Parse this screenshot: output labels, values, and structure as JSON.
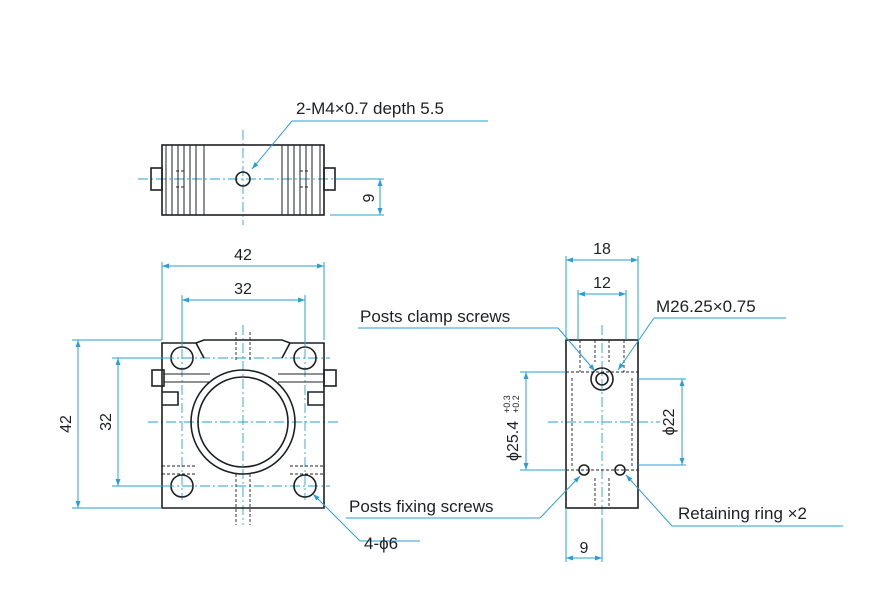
{
  "labels": {
    "top_thread": "2-M4×0.7 depth 5.5",
    "clamp_screws": "Posts clamp screws",
    "thread_m26": "M26.25×0.75",
    "fixing_screws": "Posts fixing screws",
    "retaining_ring": "Retaining ring ×2",
    "holes": "4-ϕ6"
  },
  "dimensions": {
    "top_height": "9",
    "front_width": "42",
    "front_inner_width": "32",
    "front_height": "42",
    "front_inner_height": "32",
    "side_width": "18",
    "side_inner_width": "12",
    "side_bore": "ϕ25.4",
    "side_bore_tol_upper": "+0.3",
    "side_bore_tol_lower": "+0.2",
    "side_diameter_22": "ϕ22",
    "side_bottom": "9"
  },
  "colors": {
    "part": "#1d2023",
    "dimension": "#2a9fd6"
  }
}
